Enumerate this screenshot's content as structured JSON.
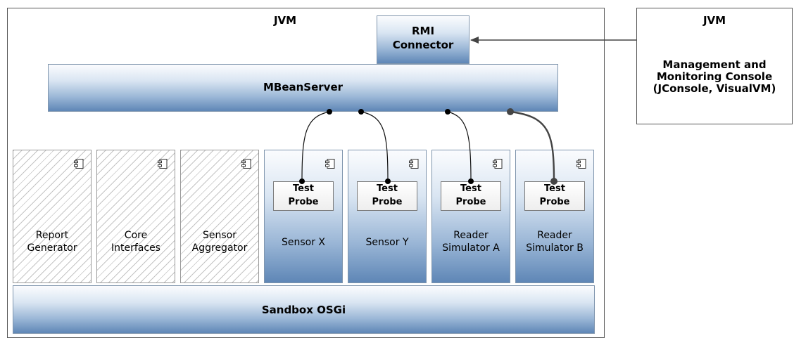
{
  "jvm_main": {
    "title": "JVM"
  },
  "jvm_external": {
    "title": "JVM",
    "console_label": "Management and\nMonitoring Console\n(JConsole, VisualVM)"
  },
  "rmi_connector": {
    "label": "RMI\nConnector"
  },
  "mbean_server": {
    "label": "MBeanServer"
  },
  "sandbox": {
    "label": "Sandbox OSGi"
  },
  "bundles": [
    {
      "label": "Report\nGenerator",
      "style": "hatched",
      "probe": null
    },
    {
      "label": "Core\nInterfaces",
      "style": "hatched",
      "probe": null
    },
    {
      "label": "Sensor\nAggregator",
      "style": "hatched",
      "probe": null
    },
    {
      "label": "Sensor X",
      "style": "blue",
      "probe": "Test\nProbe"
    },
    {
      "label": "Sensor Y",
      "style": "blue",
      "probe": "Test\nProbe"
    },
    {
      "label": "Reader\nSimulator A",
      "style": "blue",
      "probe": "Test\nProbe"
    },
    {
      "label": "Reader\nSimulator B",
      "style": "blue",
      "probe": "Test\nProbe"
    }
  ],
  "icons": {
    "component": "uml-component-icon",
    "arrow": "arrowhead-icon"
  },
  "colors": {
    "blue_dark": "#5e86b6",
    "blue_light": "#d9e5f2",
    "border": "#555555"
  }
}
